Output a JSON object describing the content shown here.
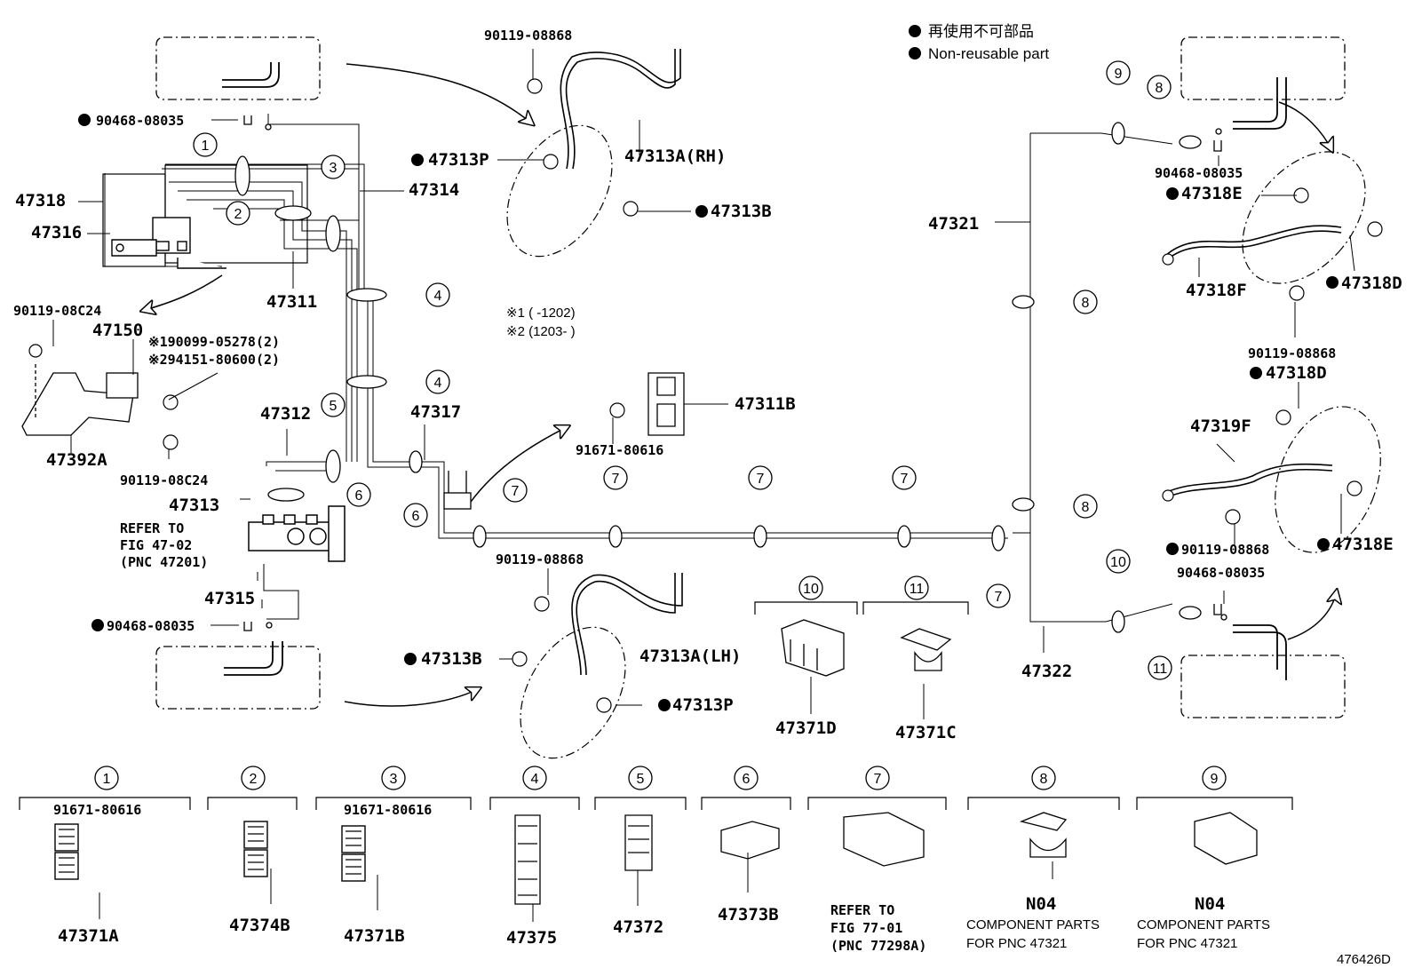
{
  "legend": {
    "line1": "再使用不可部品",
    "line2": "Non-reusable part"
  },
  "notes": {
    "n1": "※1 (   -1202)",
    "n2": "※2 (1203-   )"
  },
  "figure_id": "476426D",
  "labels": {
    "p90119_08868_top": "90119-08868",
    "p90468_08035_tl": "90468-08035",
    "p47318": "47318",
    "p47316": "47316",
    "p47314": "47314",
    "p47311": "47311",
    "p47313P_top": "47313P",
    "p47313A_RH": "47313A(RH)",
    "p47313B_top": "47313B",
    "p90119_08C24_a": "90119-08C24",
    "p47150": "47150",
    "s1_90099": "※190099-05278(2)",
    "s2_94151": "※294151-80600(2)",
    "p47392A": "47392A",
    "p90119_08C24_b": "90119-08C24",
    "p47312": "47312",
    "p47317": "47317",
    "p47313": "47313",
    "refer1": "REFER TO",
    "refer2": "FIG 47-02",
    "refer3": "(PNC 47201)",
    "p47315": "47315",
    "p90468_08035_bl": "90468-08035",
    "p47311B": "47311B",
    "p91671_80616_mid": "91671-80616",
    "p90119_08868_mid": "90119-08868",
    "p47313B_bot": "47313B",
    "p47313A_LH": "47313A(LH)",
    "p47313P_bot": "47313P",
    "p47371D": "47371D",
    "p47371C": "47371C",
    "p47321": "47321",
    "p47322": "47322",
    "p90468_08035_tr": "90468-08035",
    "p47318E_a": "47318E",
    "p47318F": "47318F",
    "p47318D_a": "47318D",
    "p90119_08868_r": "90119-08868",
    "p47318D_b": "47318D",
    "p47319F": "47319F",
    "p90119_08868_r2": "90119-08868",
    "p47318E_b": "47318E",
    "p90468_08035_br": "90468-08035",
    "b_91671_a": "91671-80616",
    "b_47371A": "47371A",
    "b_47374B": "47374B",
    "b_91671_b": "91671-80616",
    "b_47371B": "47371B",
    "b_47375": "47375",
    "b_47372": "47372",
    "b_47373B": "47373B",
    "b_refer1": "REFER TO",
    "b_refer2": "FIG 77-01",
    "b_refer3": "(PNC 77298A)",
    "b_N04_a": "N04",
    "b_comp_a1": "COMPONENT PARTS",
    "b_comp_a2": "FOR PNC 47321",
    "b_N04_b": "N04",
    "b_comp_b1": "COMPONENT PARTS",
    "b_comp_b2": "FOR PNC 47321"
  },
  "callouts": {
    "c1": "1",
    "c2": "2",
    "c3": "3",
    "c4": "4",
    "c5": "5",
    "c6": "6",
    "c7": "7",
    "c8": "8",
    "c9": "9",
    "c10": "10",
    "c11": "11"
  }
}
